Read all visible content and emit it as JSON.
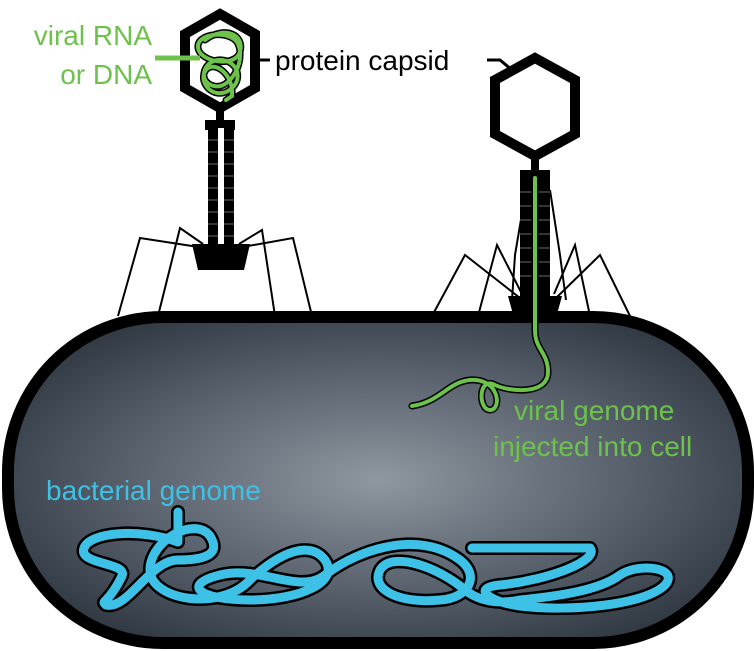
{
  "labels": {
    "viral_rna_line1": "viral RNA",
    "viral_rna_line2": "or DNA",
    "protein_capsid": "protein capsid",
    "viral_genome_line1": "viral genome",
    "viral_genome_line2": "injected into cell",
    "bacterial_genome": "bacterial genome"
  },
  "colors": {
    "viral_genome": "#6cc24a",
    "bacterial_genome": "#3ec1e6",
    "cell_fill_center": "#8c949d",
    "cell_fill_edge": "#2e3640",
    "outline": "#000000"
  }
}
